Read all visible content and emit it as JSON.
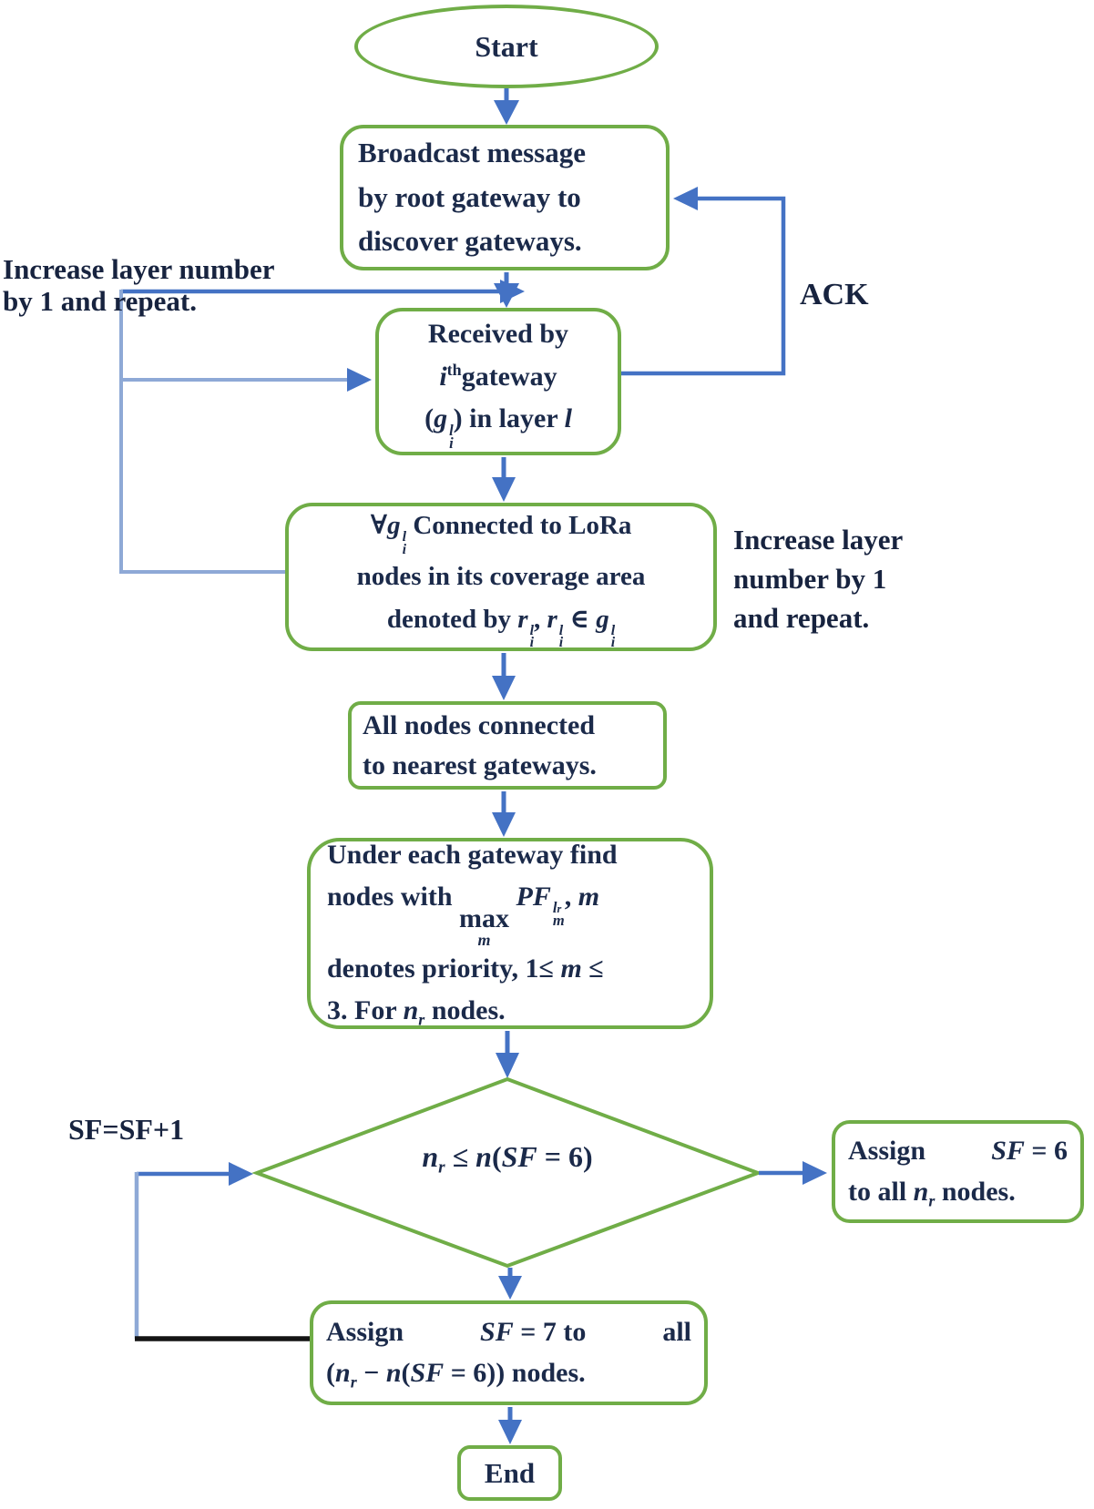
{
  "colors": {
    "box_border": "#70ad47",
    "arrow_blue": "#4472c4",
    "arrow_light": "#8ea9d6",
    "black_line": "#141414",
    "text": "#1b2a4a"
  },
  "sym": {
    "forall": "∀",
    "g": "g",
    "i": "i",
    "l": "l",
    "r": "r",
    "n": "n",
    "m": "m",
    "th": "th"
  },
  "labels": {
    "increase_left_1": "Increase layer number",
    "increase_left_2": "by 1 and repeat.",
    "ack": "ACK",
    "increase_right_1": "Increase layer",
    "increase_right_2": "number by 1",
    "increase_right_3": "and repeat.",
    "sf_loop": "SF=SF+1"
  },
  "nodes": {
    "start": "Start",
    "broadcast": {
      "l1": "Broadcast message",
      "l2": "by root gateway to",
      "l3": "discover gateways."
    },
    "received": {
      "l1": "Received by",
      "gateway": "gateway",
      "open": "(",
      "close": ") in layer "
    },
    "connect": {
      "l1rest": " Connected to LoRa",
      "l2": "nodes in its coverage area",
      "l3pre": "denoted by ",
      "comma": ", ",
      "elem": " ∈ "
    },
    "all_nodes": {
      "l1": "All nodes connected",
      "l2": "to nearest gateways."
    },
    "find": {
      "l1": "Under each gateway find",
      "l2pre": "nodes with ",
      "max": "max",
      "pf": "PF",
      "l2post": ", ",
      "l3pre": "denotes priority, 1≤ ",
      "l3post": " ≤",
      "l4pre": "3. For ",
      "l4post": " nodes."
    },
    "decision": {
      "le": " ≤ ",
      "open": "(",
      "sf": "SF",
      "rest": " = 6)"
    },
    "assign6": {
      "assign": "Assign",
      "sf": "SF",
      "eq": " = 6",
      "l2pre": "to all ",
      "l2post": " nodes."
    },
    "assign7": {
      "assign": "Assign",
      "sf": "SF",
      "eq": " = 7 to",
      "all": "all",
      "open": "(",
      "minus": " − ",
      "n2open": "(",
      "rest": " = 6))",
      "tail": " nodes."
    },
    "end": "End"
  }
}
